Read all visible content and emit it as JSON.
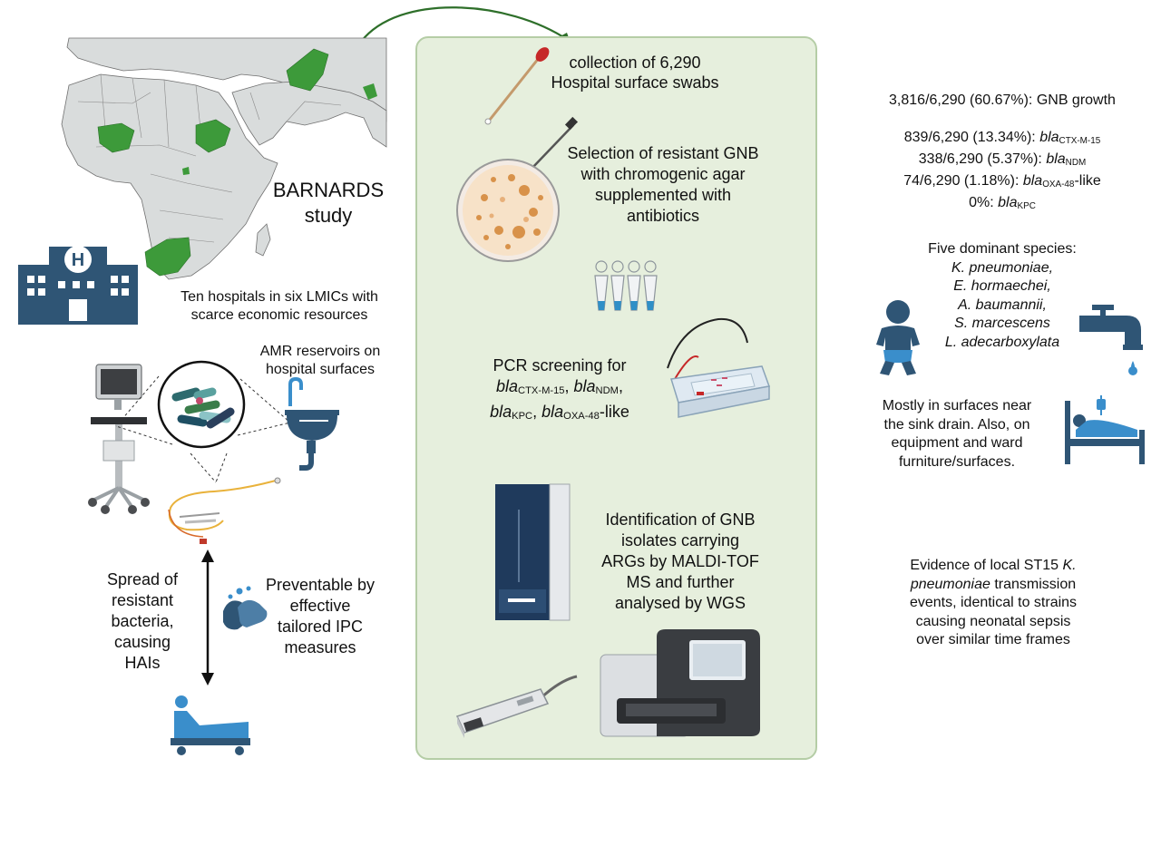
{
  "map": {
    "study_title_line1": "BARNARDS",
    "study_title_line2": "study"
  },
  "left": {
    "hospitals_line1": "Ten hospitals in six LMICs with",
    "hospitals_line2": "scarce economic resources",
    "reservoirs_line1": "AMR reservoirs on",
    "reservoirs_line2": "hospital surfaces",
    "spread_lines": [
      "Spread of",
      "resistant",
      "bacteria,",
      "causing",
      "HAIs"
    ],
    "preventable_lines": [
      "Preventable by",
      "effective",
      "tailored IPC",
      "measures"
    ]
  },
  "middle": {
    "collection_line1": "collection of 6,290",
    "collection_line2": "Hospital surface swabs",
    "selection_lines": [
      "Selection of resistant GNB",
      "with chromogenic agar",
      "supplemented with",
      "antibiotics"
    ],
    "pcr_line1": "PCR screening for",
    "pcr_bla": "bla",
    "pcr_ctx": "CTX-M-15",
    "pcr_ndm": "NDM",
    "pcr_kpc": "KPC",
    "pcr_oxa": "OXA-48",
    "pcr_like": "-like",
    "ident_lines": [
      "Identification of GNB",
      "isolates carrying",
      "ARGs by MALDI-TOF",
      "MS and further",
      "analysed by WGS"
    ]
  },
  "right": {
    "gnb_growth": "3,816/6,290 (60.67%): GNB growth",
    "ctx_prefix": "839/6,290 (13.34%): ",
    "ndm_prefix": "338/6,290 (5.37%): ",
    "oxa_prefix": "74/6,290 (1.18%): ",
    "kpc_prefix": "0%: ",
    "bla": "bla",
    "ctx_sub": "CTX-M-15",
    "ndm_sub": "NDM",
    "oxa_sub": "OXA-48",
    "oxa_suffix": "-like",
    "kpc_sub": "KPC",
    "species_title": "Five dominant species:",
    "species": [
      "K. pneumoniae,",
      "E. hormaechei,",
      "A. baumannii,",
      "S. marcescens",
      "L. adecarboxylata"
    ],
    "mostly_bold": "Mostly",
    "mostly_rest": " in surfaces near",
    "surfaces_lines": [
      "the sink drain. Also, on",
      "equipment and ward",
      "furniture/surfaces."
    ],
    "evidence_line1": "Evidence of local ST15 ",
    "evidence_italic1": "K.",
    "evidence_italic2": "pneumoniae",
    "evidence_line2_rest": " transmission",
    "evidence_lines": [
      "events, identical to strains",
      "causing neonatal sepsis",
      "over similar time frames"
    ]
  },
  "colors": {
    "map_land": "#d9dcdc",
    "map_highlight": "#3d9a3a",
    "panel_bg": "#e6efdd",
    "panel_border": "#b5cda6",
    "icon_navy": "#2f5575",
    "icon_blue": "#3a8ecb",
    "arrow_green": "#2e6f2a"
  },
  "icons": [
    "africa-asia-map",
    "hospital-icon",
    "computer-cart-icon",
    "bacteria-magnifier-icon",
    "sink-icon",
    "catheter-icon",
    "double-arrow-icon",
    "handwashing-icon",
    "patient-bed-icon",
    "swab-icon",
    "petri-dish-icon",
    "pcr-tubes-icon",
    "gel-electrophoresis-icon",
    "maldi-tof-icon",
    "sequencer-icon",
    "flowcell-icon",
    "baby-icon",
    "tap-icon",
    "hospital-bed-patient-icon",
    "curved-arrow-icon"
  ]
}
